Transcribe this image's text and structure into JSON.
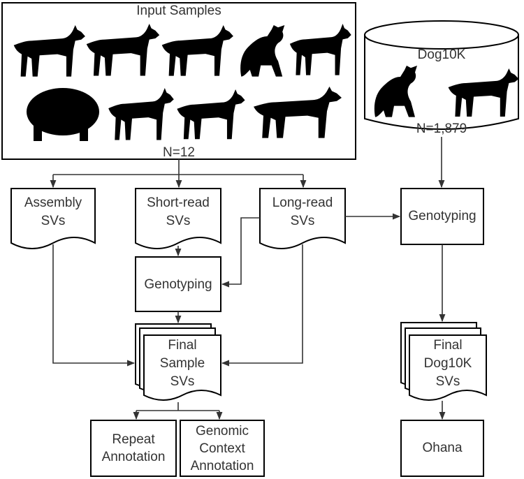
{
  "input_samples": {
    "title": "Input Samples",
    "count": "N=12"
  },
  "dog10k": {
    "title": "Dog10K",
    "count": "N=1,879"
  },
  "sv_sources": {
    "assembly": [
      "Assembly",
      "SVs"
    ],
    "short_read": [
      "Short-read",
      "SVs"
    ],
    "long_read": [
      "Long-read",
      "SVs"
    ]
  },
  "genotyping_left": "Genotyping",
  "genotyping_right": "Genotyping",
  "final_sample": [
    "Final",
    "Sample",
    "SVs"
  ],
  "final_dog10k": [
    "Final",
    "Dog10K",
    "SVs"
  ],
  "repeat_annotation": [
    "Repeat",
    "Annotation"
  ],
  "genomic_annotation": [
    "Genomic",
    "Context",
    "Annotation"
  ],
  "ohana": "Ohana",
  "icons": {
    "dog": "dog-silhouette-icon",
    "wolf": "howling-wolf-icon",
    "database": "database-cylinder-icon"
  }
}
